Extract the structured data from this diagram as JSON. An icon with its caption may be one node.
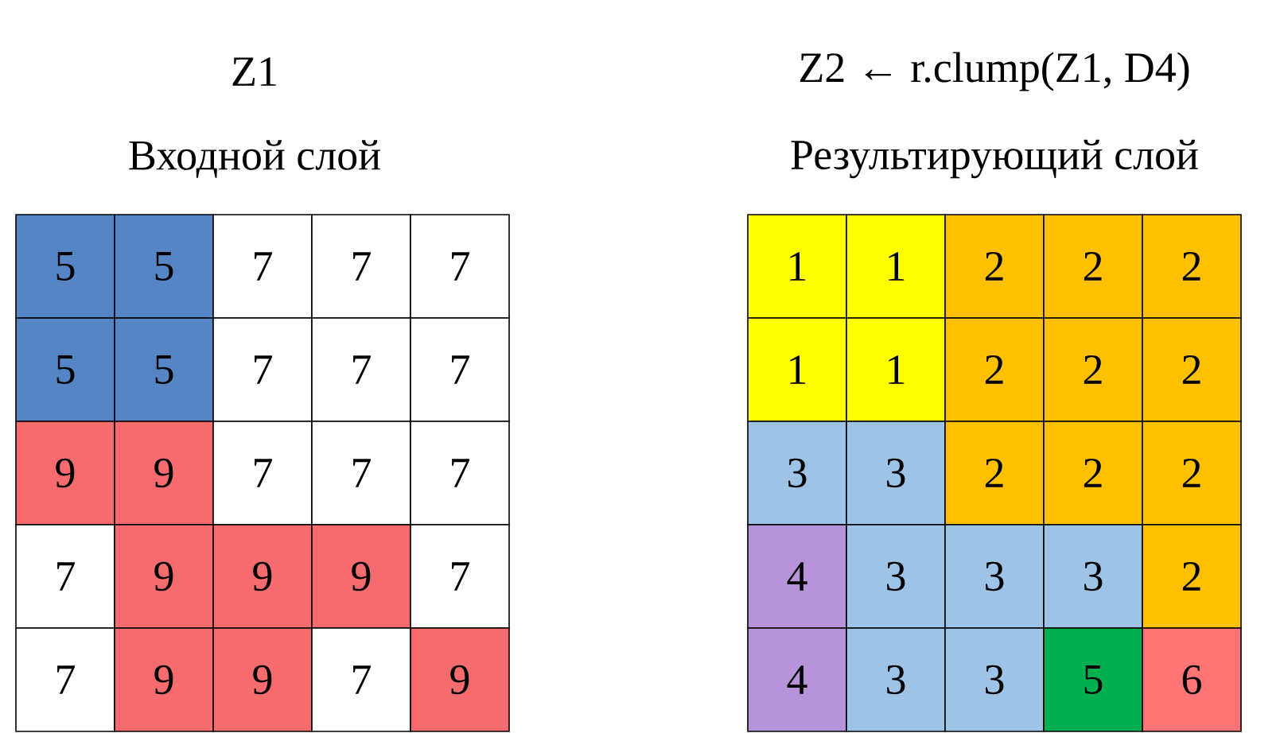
{
  "diagram": {
    "labels": [
      "Z1",
      "Z2 ← r.clump(Z1, D4)",
      "Входной слой",
      "Результирующий слой",
      "5",
      "5",
      "7",
      "7",
      "7",
      "5",
      "5",
      "7",
      "7",
      "7",
      "9",
      "9",
      "7",
      "7",
      "7",
      "7",
      "9",
      "9",
      "9",
      "7",
      "7",
      "9",
      "9",
      "7",
      "9",
      "1",
      "1",
      "2",
      "2",
      "2",
      "1",
      "1",
      "2",
      "2",
      "2",
      "3",
      "3",
      "2",
      "2",
      "2",
      "4",
      "3",
      "3",
      "3",
      "2",
      "4",
      "3",
      "3",
      "5",
      "6"
    ]
  }
}
